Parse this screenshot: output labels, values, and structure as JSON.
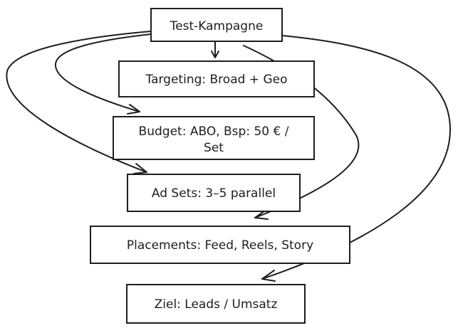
{
  "diagram": {
    "colors": {
      "stroke": "#1e1e1e",
      "fill": "#ffffff",
      "background": "#ffffff"
    },
    "nodes": [
      {
        "id": "test-kampagne",
        "lines": [
          "Test-Kampagne"
        ]
      },
      {
        "id": "targeting",
        "lines": [
          "Targeting: Broad + Geo"
        ]
      },
      {
        "id": "budget",
        "lines": [
          "Budget: ABO, Bsp: 50 € /",
          "Set"
        ]
      },
      {
        "id": "ad-sets",
        "lines": [
          "Ad Sets: 3–5 parallel"
        ]
      },
      {
        "id": "placements",
        "lines": [
          "Placements: Feed, Reels, Story"
        ]
      },
      {
        "id": "ziel",
        "lines": [
          "Ziel: Leads / Umsatz"
        ]
      }
    ],
    "edges": [
      {
        "from": "test-kampagne",
        "to": "targeting"
      },
      {
        "from": "test-kampagne",
        "to": "budget"
      },
      {
        "from": "test-kampagne",
        "to": "ad-sets"
      },
      {
        "from": "test-kampagne",
        "to": "placements"
      },
      {
        "from": "test-kampagne",
        "to": "ziel"
      }
    ]
  }
}
